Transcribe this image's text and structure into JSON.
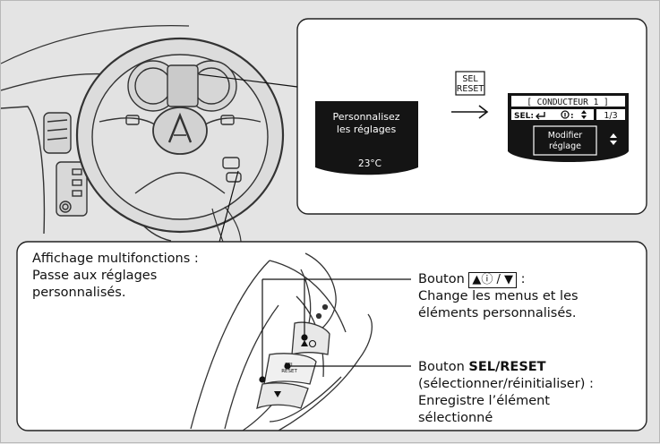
{
  "screen_left": {
    "line1": "Personnalisez",
    "line2": "les réglages",
    "temperature": "23°C"
  },
  "sel_reset_key": {
    "line1": "SEL",
    "line2": "RESET"
  },
  "screen_right": {
    "header": "[ CONDUCTEUR 1 ]",
    "sel_label": "SEL:",
    "page": "1/3",
    "box_line1": "Modifier",
    "box_line2": "réglage"
  },
  "wheel_button_label": {
    "line1": "SEL",
    "line2": "RESET"
  },
  "callouts": {
    "display_title": "Affichage multifonctions :",
    "display_line2": "Passe aux réglages",
    "display_line3": "personnalisés.",
    "button_prefix": "Bouton",
    "button_symbols": "▲ⓘ / ▼",
    "button_desc1": "Change les menus et les",
    "button_desc2": "éléments personnalisés.",
    "sel_prefix": "Bouton",
    "sel_name": "SEL/RESET",
    "sel_expl": "(sélectionner/réinitialiser) :",
    "sel_desc1": "Enregistre l’élément",
    "sel_desc2": "sélectionné"
  }
}
